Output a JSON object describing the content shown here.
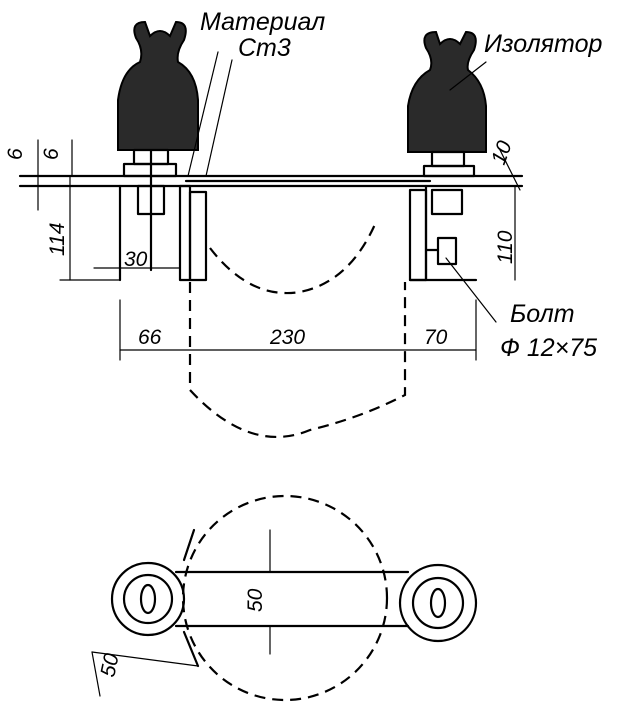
{
  "labels": {
    "material_line1": "Материал",
    "material_line2": "Ст3",
    "insulator": "Изолятор",
    "bolt_line1": "Болт",
    "bolt_line2": "Ф 12×75"
  },
  "dimensions": {
    "d_left_top": "6",
    "d_left_top2": "6",
    "d_114": "114",
    "d_30": "30",
    "d_66": "66",
    "d_230": "230",
    "d_70": "70",
    "d_10": "10",
    "d_110": "110",
    "d_50_plan": "50",
    "d_50_bracket": "50"
  },
  "colors": {
    "ink": "#000000",
    "paper": "#ffffff"
  }
}
